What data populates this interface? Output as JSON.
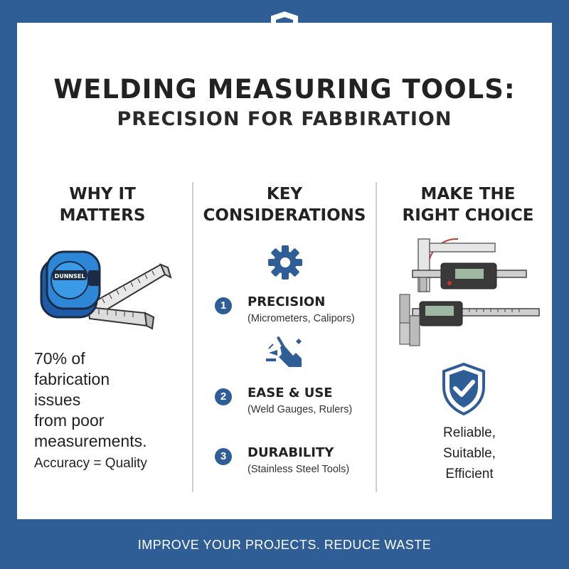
{
  "header": {
    "title": "WELDING MEASURING TOOLS:",
    "subtitle": "PRECISION FOR FABBIRATION"
  },
  "columns": {
    "why": {
      "heading_line1": "WHY IT",
      "heading_line2": "MATTERS",
      "tape_brand": "DUNNSEL",
      "stat_lines": [
        "70% of",
        "fabrication",
        "issues",
        "from poor",
        "measurements."
      ],
      "tagline": "Accuracy = Quality"
    },
    "key": {
      "heading_line1": "KEY",
      "heading_line2": "CONSIDERATIONS",
      "items": [
        {
          "number": "1",
          "title": "PRECISION",
          "detail": "(Micrometers, Calipors)"
        },
        {
          "number": "2",
          "title": "EASE & USE",
          "detail": "(Weld Gauges, Rulers)"
        },
        {
          "number": "3",
          "title": "DURABILITY",
          "detail": "(Stainless Steel Tools)"
        }
      ]
    },
    "choice": {
      "heading_line1": "MAKE THE",
      "heading_line2": "RIGHT CHOICE",
      "benefits": [
        "Reliable,",
        "Suitable,",
        "Efficient"
      ]
    }
  },
  "footer": {
    "text": "IMPROVE YOUR PROJECTS. REDUCE WASTE"
  },
  "colors": {
    "brand_blue": "#2f5d96",
    "tape_blue": "#2e86d6",
    "panel": "#ffffff"
  },
  "icons": [
    "shield-icon",
    "tape-measure-icon",
    "gear-icon",
    "hand-pointer-icon",
    "caliper-icon",
    "shield-check-icon"
  ]
}
